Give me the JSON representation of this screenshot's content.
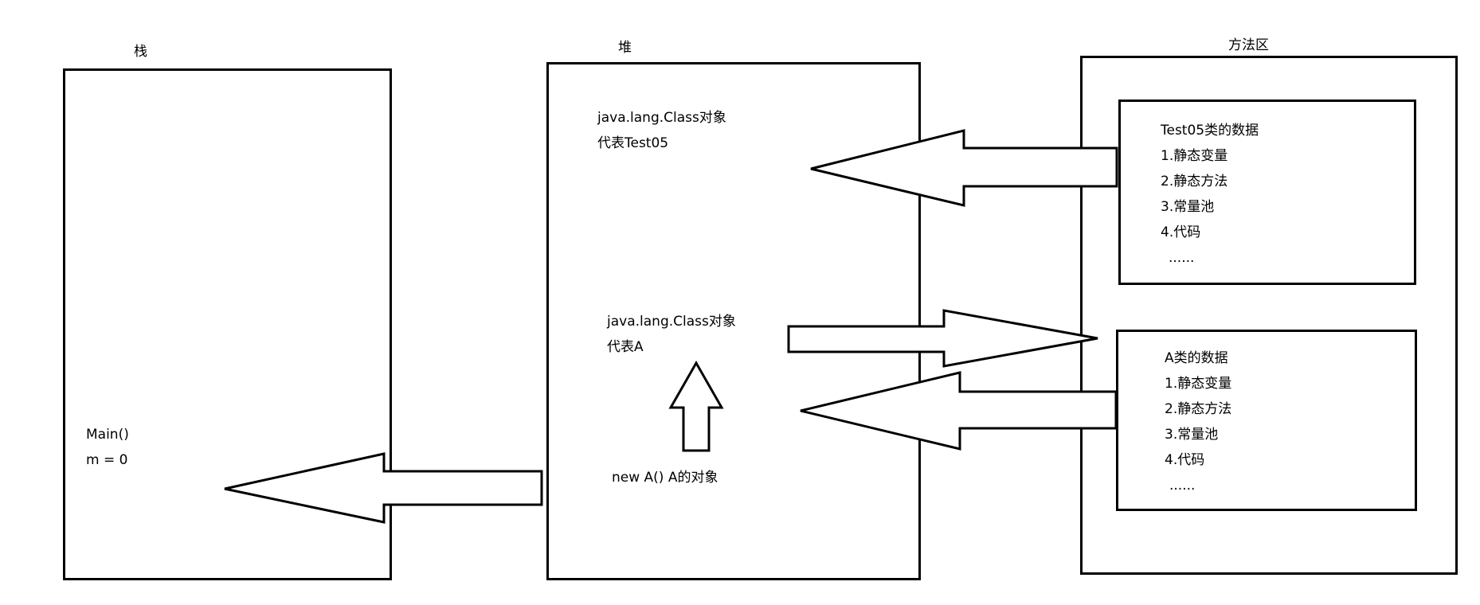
{
  "regions": {
    "stack": {
      "title": "栈",
      "method": "Main()",
      "var": "m = 0"
    },
    "heap": {
      "title": "堆",
      "class_test05": [
        "java.lang.Class对象",
        "代表Test05"
      ],
      "class_a": [
        "java.lang.Class对象",
        "代表A"
      ],
      "new_a": "new A()   A的对象"
    },
    "method_area": {
      "title": "方法区",
      "test05_data": [
        "Test05类的数据",
        "1.静态变量",
        "2.静态方法",
        "3.常量池",
        "4.代码",
        "......"
      ],
      "a_data": [
        "A类的数据",
        "1.静态变量",
        "2.静态方法",
        "3.常量池",
        "4.代码",
        "......"
      ]
    }
  }
}
